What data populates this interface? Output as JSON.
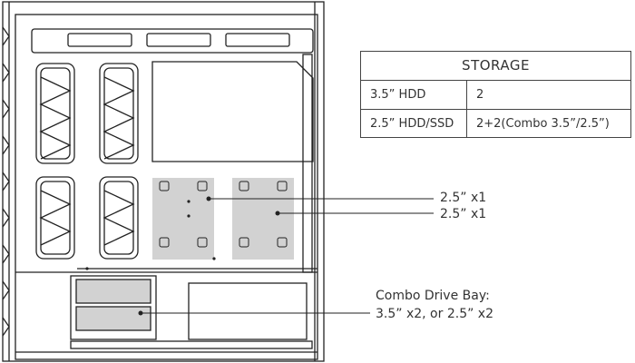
{
  "storage_table": {
    "title": "STORAGE",
    "rows": [
      {
        "type": "3.5” HDD",
        "count": "2"
      },
      {
        "type": "2.5” HDD/SSD",
        "count": "2+2(Combo 3.5”/2.5”)"
      }
    ]
  },
  "callouts": {
    "bay_1": "2.5” x1",
    "bay_2": "2.5” x1",
    "combo_line_1": "Combo Drive Bay:",
    "combo_line_2": "3.5” x2, or 2.5” x2"
  },
  "colors": {
    "line": "#222222",
    "mount_fill": "#d2d2d2",
    "text": "#333333"
  }
}
